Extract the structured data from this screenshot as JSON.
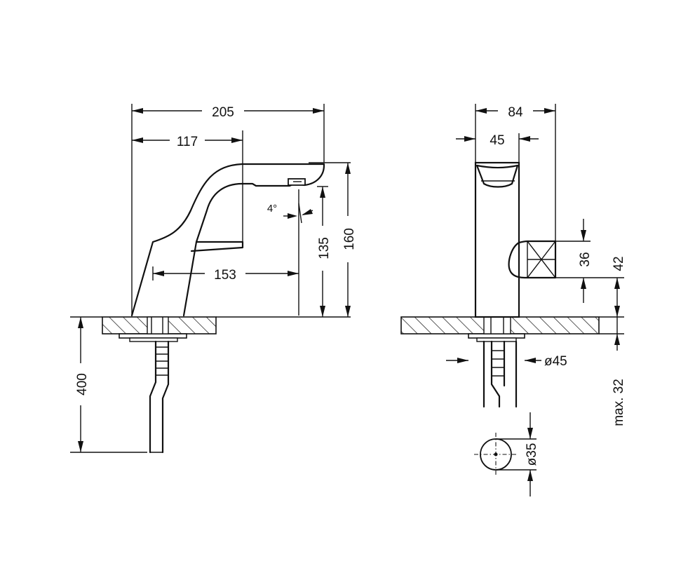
{
  "dimensions": {
    "d205": "205",
    "d117": "117",
    "d153": "153",
    "d135": "135",
    "d160": "160",
    "d400": "400",
    "angle": "4°",
    "d84": "84",
    "d45": "45",
    "d36": "36",
    "d42": "42",
    "dia45": "ø45",
    "max32": "max. 32",
    "dia35": "ø35"
  }
}
